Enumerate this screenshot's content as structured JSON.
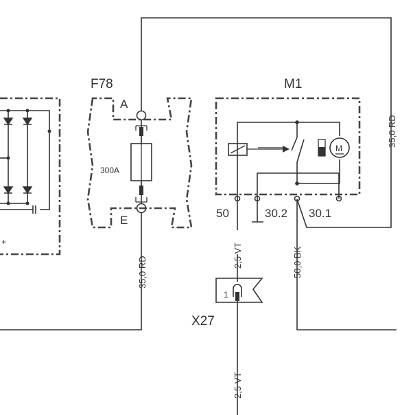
{
  "components": {
    "fuse": {
      "ref": "F78",
      "rating": "300A",
      "pin_top": "A",
      "pin_bottom": "E"
    },
    "starter": {
      "ref": "M1",
      "motor_symbol": "M",
      "terminals": [
        "50",
        "30.2",
        "30.1"
      ]
    },
    "connector": {
      "ref": "X27",
      "pin": "1"
    }
  },
  "wires": {
    "right_top": "35,0 RD",
    "fuse_bottom": "35,0 RD",
    "terminal_50": "2,5 VT",
    "terminal_301": "50,0 BK",
    "connector_out": "2,5 VT"
  },
  "left_block": {
    "mark": "+"
  },
  "colors": {
    "line": "#333333",
    "box": "#444444",
    "relay_fill": "#555555",
    "background": "#ffffff"
  }
}
